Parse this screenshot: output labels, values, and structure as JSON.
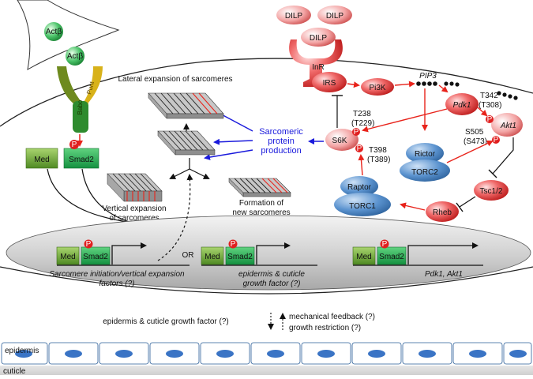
{
  "ligands": {
    "actb": [
      "Actβ",
      "Actβ"
    ],
    "dilp": [
      "DILP",
      "DILP",
      "DILP"
    ]
  },
  "receptors": {
    "babo": "Babo",
    "punt": "Punt",
    "inr": "InR"
  },
  "proteins": {
    "med": "Med",
    "smad2": "Smad2",
    "phospho": "P",
    "irs": "IRS",
    "pi3k": "Pi3K",
    "pip3": "PIP3",
    "pdk1": "Pdk1",
    "akt1": "Akt1",
    "s6k": "S6K",
    "rictor": "Rictor",
    "torc2": "TORC2",
    "raptor": "Raptor",
    "torc1": "TORC1",
    "tsc": "Tsc1/2",
    "rheb": "Rheb"
  },
  "sites": {
    "t342": "T342",
    "t308": "(T308)",
    "s505": "S505",
    "s473": "(S473)",
    "t238": "T238",
    "t229": "(T229)",
    "t398": "T398",
    "t389": "(T389)"
  },
  "labels": {
    "lateral": "Lateral expansion of sarcomeres",
    "sarcomeric_1": "Sarcomeric",
    "sarcomeric_2": "protein",
    "sarcomeric_3": "production",
    "vertical_1": "Vertical expansion",
    "vertical_2": "of sarcomeres",
    "formation_1": "Formation of",
    "formation_2": "new sarcomeres",
    "or": "OR"
  },
  "nucleus": {
    "gene1_1": "Sarcomere initiation/vertical expansion",
    "gene1_2": "factors (?)",
    "gene2_1": "epidermis & cuticle",
    "gene2_2": "growth factor (?)",
    "gene3": "Pdk1, Akt1"
  },
  "bottom": {
    "down_signal": "epidermis & cuticle growth factor (?)",
    "up_1": "mechanical feedback (?)",
    "up_2": "growth restriction (?)",
    "epidermis": "epidermis",
    "cuticle": "cuticle"
  },
  "colors": {
    "red_arrow": "#e8231b",
    "blue_arrow": "#1a1adc",
    "blue_text": "#1a1adc",
    "green_box": "#2bb24c",
    "olive_box": "#6ea83a",
    "red_protein": "#e03a3a",
    "blue_complex": "#4f86bf",
    "cell_blue": "#3a74c5"
  }
}
